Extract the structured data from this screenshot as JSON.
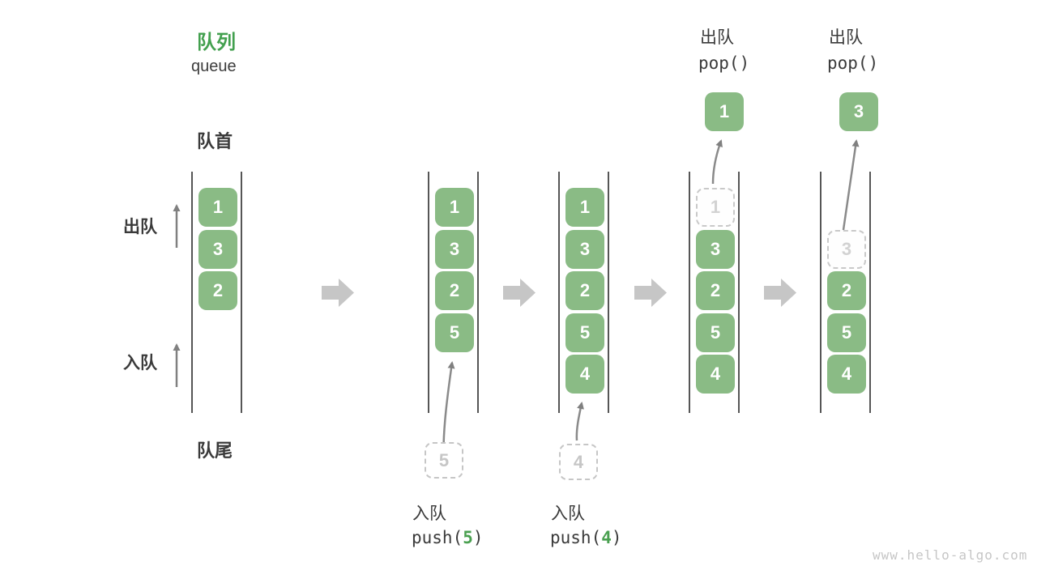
{
  "title": {
    "zh": "队列",
    "en": "queue"
  },
  "side_labels": {
    "front": "队首",
    "rear": "队尾",
    "dequeue": "出队",
    "enqueue": "入队"
  },
  "watermark": "www.hello-algo.com",
  "colors": {
    "box_green": "#8ABB85",
    "title_green": "#43A04F",
    "code_arg_green": "#4AA050",
    "block_arrow_gray": "#c6c6c6",
    "thin_arrow_gray": "#808080",
    "queue_line_gray": "#565656",
    "ghost_gray": "#c9c9c9",
    "text_dark": "#3a3a3a",
    "watermark_gray": "#c6c6c6"
  },
  "states": [
    {
      "name": "state-1",
      "slots": [
        {
          "value": "1"
        },
        {
          "value": "3"
        },
        {
          "value": "2"
        }
      ]
    },
    {
      "name": "state-2-after-push-5",
      "slots": [
        {
          "value": "1"
        },
        {
          "value": "3"
        },
        {
          "value": "2"
        },
        {
          "value": "5"
        }
      ],
      "staging": {
        "value": "5"
      },
      "operation": {
        "label": "入队",
        "code_pre": "push(",
        "arg": "5",
        "code_post": ")"
      }
    },
    {
      "name": "state-3-after-push-4",
      "slots": [
        {
          "value": "1"
        },
        {
          "value": "3"
        },
        {
          "value": "2"
        },
        {
          "value": "5"
        },
        {
          "value": "4"
        }
      ],
      "staging": {
        "value": "4"
      },
      "operation": {
        "label": "入队",
        "code_pre": "push(",
        "arg": "4",
        "code_post": ")"
      }
    },
    {
      "name": "state-4-after-pop-1",
      "ghost": {
        "value": "1"
      },
      "slots": [
        {
          "value": "3"
        },
        {
          "value": "2"
        },
        {
          "value": "5"
        },
        {
          "value": "4"
        }
      ],
      "popped": {
        "value": "1"
      },
      "operation": {
        "label": "出队",
        "code": "pop()"
      }
    },
    {
      "name": "state-5-after-pop-3",
      "ghost": {
        "value": "3"
      },
      "slots": [
        {
          "value": "2"
        },
        {
          "value": "5"
        },
        {
          "value": "4"
        }
      ],
      "popped": {
        "value": "3"
      },
      "operation": {
        "label": "出队",
        "code": "pop()"
      }
    }
  ]
}
